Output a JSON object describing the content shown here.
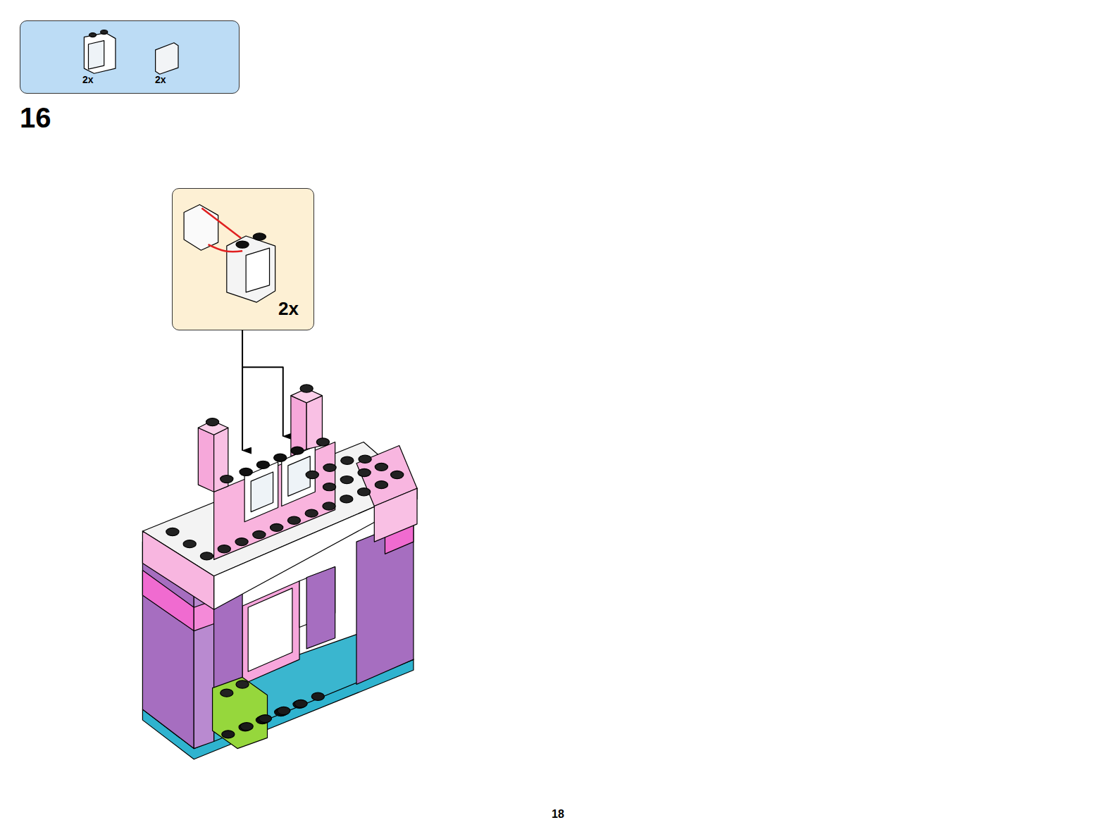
{
  "diagram": {
    "nodes": [
      {
        "text": [
          "2x",
          "2x"
        ]
      },
      {
        "text": [
          "2x"
        ]
      }
    ],
    "labels": [
      "16",
      "18"
    ]
  }
}
